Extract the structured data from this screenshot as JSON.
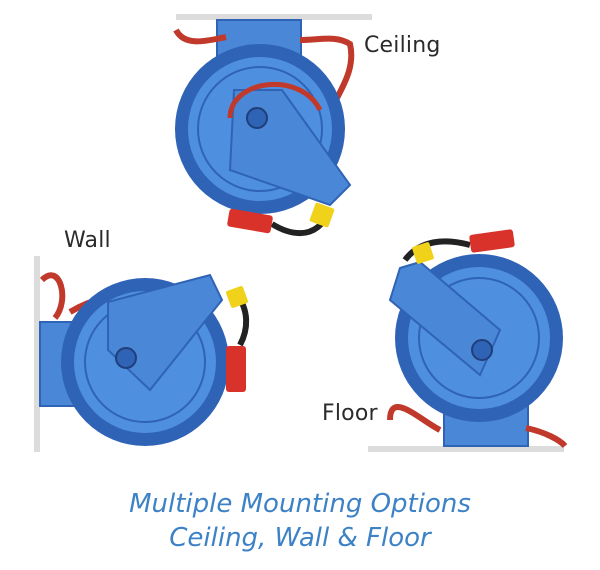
{
  "labels": {
    "ceiling": "Ceiling",
    "wall": "Wall",
    "floor": "Floor"
  },
  "caption": {
    "line1": "Multiple Mounting Options",
    "line2": "Ceiling, Wall & Floor"
  },
  "colors": {
    "reel_blue": "#2f63b6",
    "reel_blue_light": "#4f8fe0",
    "mount_blue": "#4a87d6",
    "hose_red": "#c0392b",
    "nozzle_red": "#d8322a",
    "tag_yellow": "#f0d21a",
    "surface_gray": "#d9d9d9",
    "caption_blue": "#3d82c6"
  },
  "illustrations": [
    {
      "name": "ceiling-mounted-hose-reel",
      "mount": "ceiling"
    },
    {
      "name": "wall-mounted-hose-reel",
      "mount": "wall"
    },
    {
      "name": "floor-mounted-hose-reel",
      "mount": "floor"
    }
  ]
}
